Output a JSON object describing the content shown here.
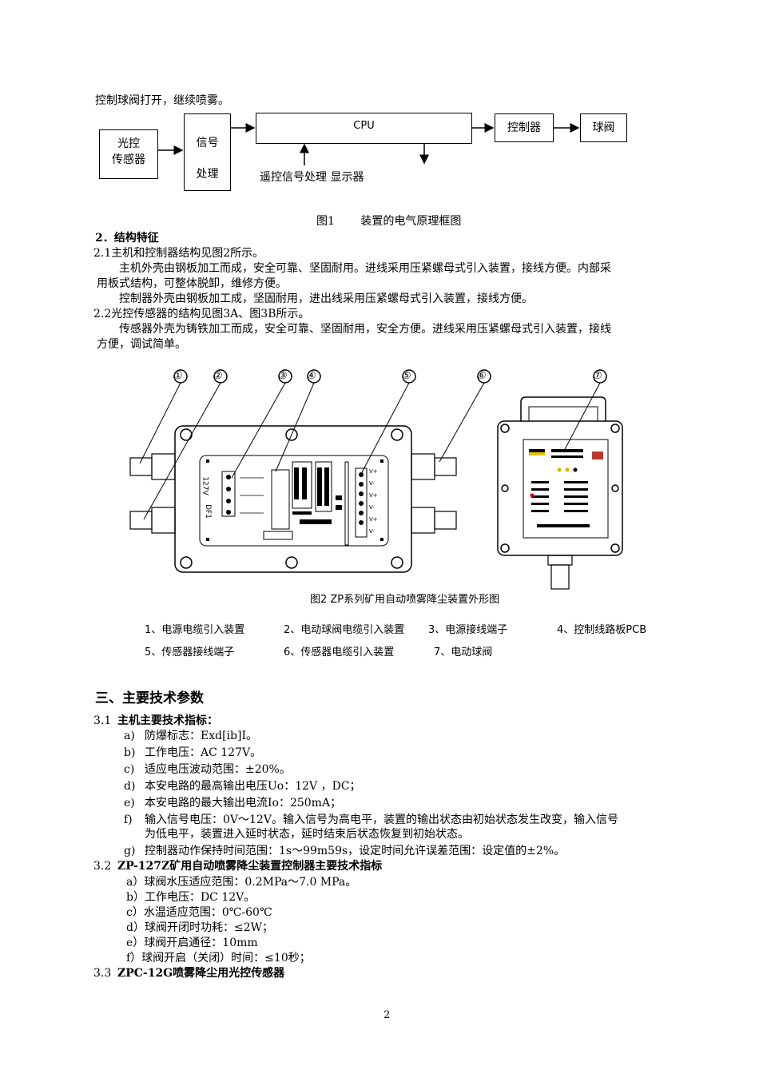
{
  "intro_line": "控制球阀打开，继续喷雾。",
  "block_diagram": {
    "sensor": [
      "光控",
      "传感器"
    ],
    "signal": [
      "信号",
      "处理"
    ],
    "cpu": "CPU",
    "controller": "控制器",
    "valve": "球阀",
    "bottom_label": "遥控信号处理 显示器",
    "caption": "图1　　 装置的电气原理框图"
  },
  "section2": {
    "heading": "2．结构特征",
    "s21": "2.1主机和控制器结构见图2所示。",
    "p1_line1": "主机外壳由钢板加工而成，安全可靠、坚固耐用。进线采用压紧螺母式引入装置，接线方便。内部采",
    "p1_line2": "用板式结构，可整体脱卸，维修方便。",
    "p2": "控制器外壳由钢板加工成，坚固耐用，进出线采用压紧螺母式引入装置，接线方便。",
    "s22": "2.2光控传感器的结构见图3A、图3B所示。",
    "p3_line1": "传感器外壳为铸铁加工而成，安全可靠、坚固耐用，安全方便。进线采用压紧螺母式引入装置，接线",
    "p3_line2": "方便，调试简单。"
  },
  "figure2": {
    "callouts": [
      "①",
      "②",
      "③",
      "④",
      "⑤",
      "⑥",
      "⑦"
    ],
    "board_labels": [
      "127V",
      "DF1"
    ],
    "terminal_labels": [
      "V+",
      "V-",
      "V+",
      "V-",
      "V+",
      "V-"
    ],
    "caption": "图2 ZP系列矿用自动喷雾降尘装置外形图",
    "legend_row1": [
      "1、电源电缆引入装置",
      "2、电动球阀电缆引入装置",
      "3、电源接线端子",
      "4、控制线路板PCB"
    ],
    "legend_row2": [
      "5、传感器接线端子",
      "6、传感器电缆引入装置",
      "7、电动球阀"
    ]
  },
  "section3": {
    "heading": "三、主要技术参数",
    "s31_num": "3.1",
    "s31_title": "主机主要技术指标：",
    "items31": [
      {
        "m": "a)",
        "t": "防爆标志：Exd[ib]I。"
      },
      {
        "m": "b)",
        "t": "工作电压：AC 127V。"
      },
      {
        "m": "c)",
        "t": "适应电压波动范围：±20%。"
      },
      {
        "m": "d)",
        "t": "本安电路的最高输出电压Uo：12V ，DC；"
      },
      {
        "m": "e)",
        "t": "本安电路的最大输出电流Io：250mA；"
      },
      {
        "m": "f)",
        "t": "输入信号电压：0V～12V。输入信号为高电平，装置的输出状态由初始状态发生改变，输入信号"
      },
      {
        "m": "",
        "t": "为低电平，装置进入延时状态，延时结束后状态恢复到初始状态。"
      },
      {
        "m": "g)",
        "t": "控制器动作保持时间范围：1s～99m59s，设定时间允许误差范围：设定值的±2%。"
      }
    ],
    "s32_num": "3.2",
    "s32_title": "ZP-127Z矿用自动喷雾降尘装置控制器主要技术指标",
    "items32": [
      "a）球阀水压适应范围：0.2MPa～7.0 MPa。",
      "b）工作电压：DC 12V。",
      "c）水温适应范围：0℃-60℃",
      "d）球阀开闭时功耗：≤2W；",
      "e）球阀开启通径：10mm",
      "f）球阀开启（关闭）时间：≤10秒；"
    ],
    "s33_num": "3.3",
    "s33_title": "ZPC-12G喷雾降尘用光控传感器"
  },
  "page_number": "2"
}
